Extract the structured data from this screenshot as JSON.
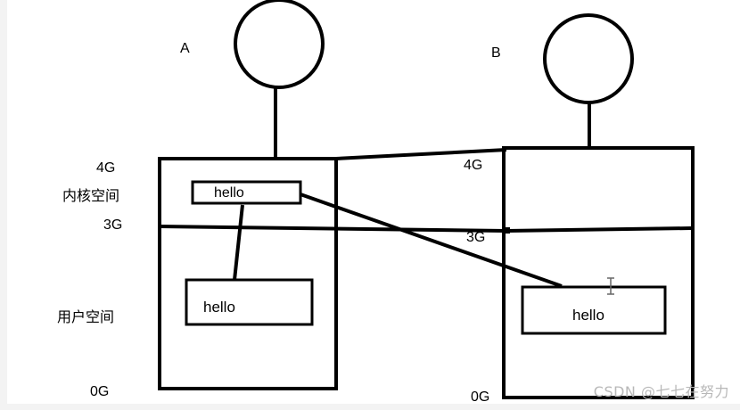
{
  "process_a": {
    "label": "A",
    "kernel_box_text": "hello",
    "user_box_text": "hello"
  },
  "process_b": {
    "label": "B",
    "user_box_text": "hello"
  },
  "address_labels_a": {
    "top": "4G",
    "kernel": "内核空间",
    "boundary": "3G",
    "user": "用户空间",
    "bottom": "0G"
  },
  "address_labels_b": {
    "top": "4G",
    "boundary": "3G",
    "bottom": "0G"
  },
  "watermark": "CSDN @七七在努力"
}
